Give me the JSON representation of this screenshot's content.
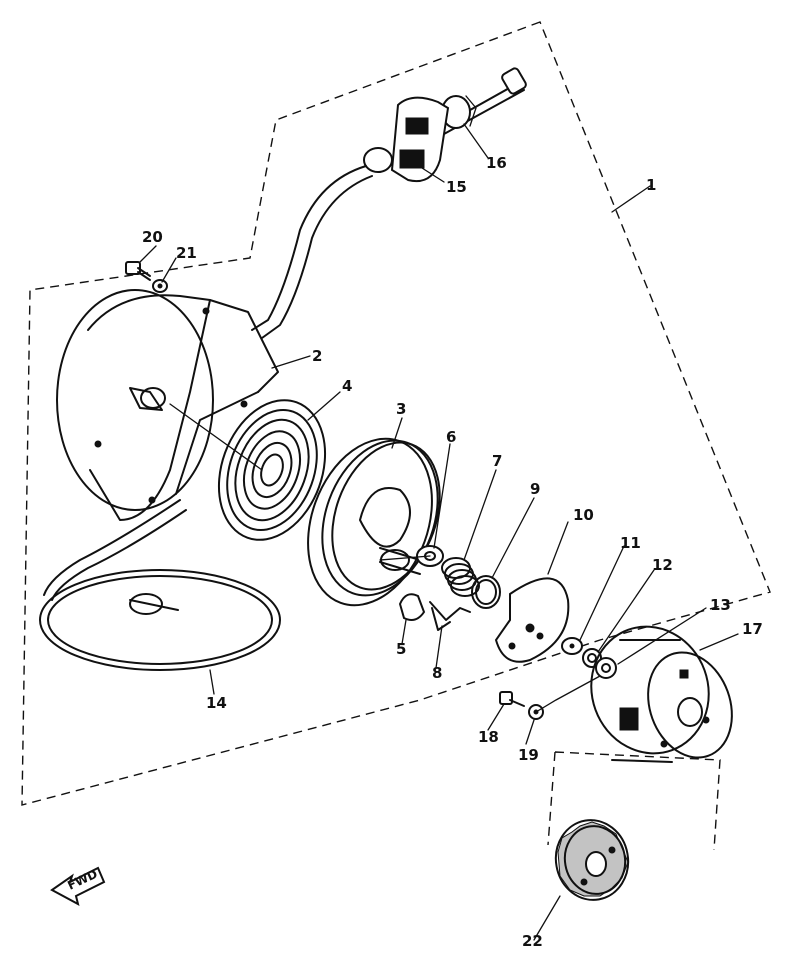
{
  "callouts": {
    "c1": "1",
    "c2": "2",
    "c3": "3",
    "c4": "4",
    "c5": "5",
    "c6": "6",
    "c7": "7",
    "c8": "8",
    "c9": "9",
    "c10": "10",
    "c11": "11",
    "c12": "12",
    "c13": "13",
    "c14": "14",
    "c15": "15",
    "c16": "16",
    "c17": "17",
    "c18": "18",
    "c19": "19",
    "c20": "20",
    "c21": "21",
    "c22": "22"
  },
  "direction_label": "FWD"
}
